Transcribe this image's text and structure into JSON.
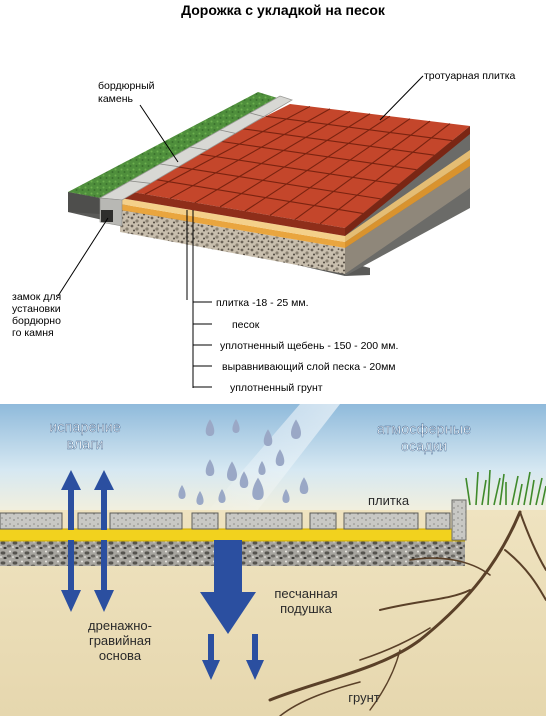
{
  "top": {
    "title": "Дорожка с укладкой на песок",
    "labels": {
      "curb_top": "бордюрный",
      "curb_bottom": "камень",
      "paving": "тротуарная плитка",
      "lock": [
        "замок для",
        "установки",
        "бордюрно",
        "го камня"
      ]
    },
    "layers": [
      "плитка -18 - 25 мм.",
      "песок",
      "уплотненный щебень - 150 - 200 мм.",
      "выравнивающий слой песка - 20мм",
      "уплотненный грунт"
    ]
  },
  "bottom": {
    "evaporation": [
      "испарение",
      "влаги"
    ],
    "precipitation": [
      "атмосферные",
      "осадки"
    ],
    "tile": "плитка",
    "drainage": [
      "дренажно-",
      "гравийная",
      "основа"
    ],
    "sand_cushion": [
      "песчанная",
      "подушка"
    ],
    "soil": "грунт"
  },
  "colors": {
    "tile_red": "#c0452a",
    "grass": "#4a8a3a",
    "sand": "#f2d21e",
    "soil": "#e8dcb8",
    "sky_top": "#8fbadb",
    "arrow_blue": "#2b4fa0"
  }
}
